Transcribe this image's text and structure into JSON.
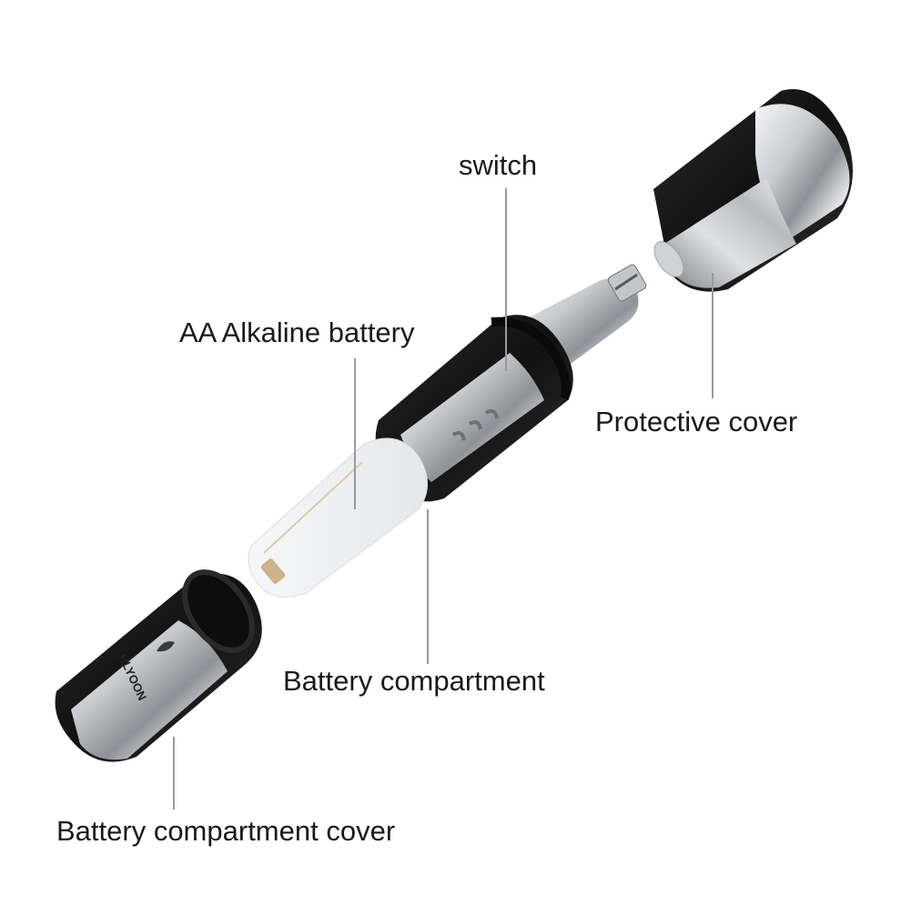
{
  "labels": {
    "switch": "switch",
    "battery": "AA Alkaline battery",
    "protective_cover": "Protective cover",
    "compartment": "Battery compartment",
    "compartment_cover": "Battery compartment cover"
  },
  "brand": "HLYOON",
  "colors": {
    "rubber_black": "#1c1c1c",
    "chrome": "#c8cbd0",
    "chrome_light": "#eef0f2",
    "leader": "#9a9a9a"
  }
}
